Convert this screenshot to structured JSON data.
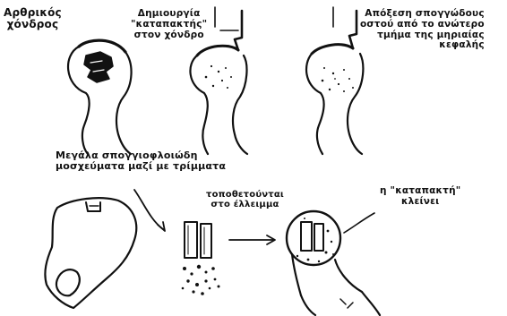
{
  "labels": {
    "articular_cartilage": [
      "Αρθρικός",
      "χόνδρος"
    ],
    "trapdoor_creation": [
      "Δημιουργία",
      "\"καταπακτής\"",
      "στον χόνδρο"
    ],
    "graft_removal": [
      "Απόξεση σπογγώδους",
      "οστού από το ανώτερο",
      "τμήμα της μηριαίας",
      "κεφαλής"
    ],
    "large_grafts": [
      "Μεγάλα σπογγιοφλοιώδη",
      "μοσχεύματα μαζί με τρίμματα"
    ],
    "placed_in_defect": [
      "τοποθετούνται",
      "στο έλλειμμα"
    ],
    "trapdoor_closed": [
      "η \"καταπακτή\"",
      "κλείνει"
    ]
  },
  "colors": {
    "ink": "#111111",
    "paper": "#ffffff"
  }
}
